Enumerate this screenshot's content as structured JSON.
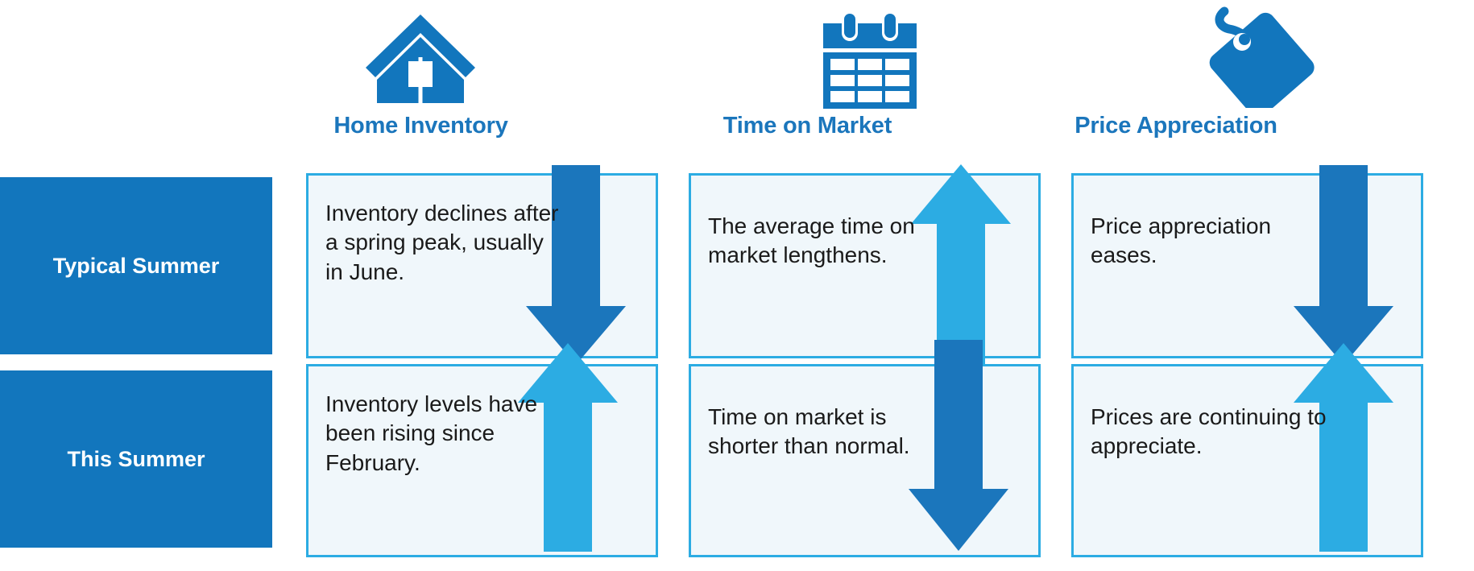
{
  "meta": {
    "accent_blue": "#1276BD",
    "light_blue": "#2CACE3",
    "box_fill": "#F0F7FB",
    "text_dark": "#1a1a1a"
  },
  "columns": [
    {
      "id": "home-inventory",
      "label": "Home Inventory",
      "icon": "house-icon"
    },
    {
      "id": "time-on-market",
      "label": "Time on Market",
      "icon": "calendar-icon"
    },
    {
      "id": "price-appreciation",
      "label": "Price Appreciation",
      "icon": "price-tag-icon"
    }
  ],
  "rows": [
    {
      "id": "typical-summer",
      "label": "Typical Summer",
      "cells": [
        {
          "text": "Inventory declines after\na spring peak, usually\nin June.",
          "arrow": "down",
          "arrow_color": "#1B76BC"
        },
        {
          "text": "The average time on\nmarket lengthens.",
          "arrow": "up",
          "arrow_color": "#2CACE3"
        },
        {
          "text": "Price appreciation\neases.",
          "arrow": "down",
          "arrow_color": "#1B76BC"
        }
      ]
    },
    {
      "id": "this-summer",
      "label": "This Summer",
      "cells": [
        {
          "text": "Inventory levels have\nbeen rising since\nFebruary.",
          "arrow": "up",
          "arrow_color": "#2CACE3"
        },
        {
          "text": "Time on market is\nshorter than normal.",
          "arrow": "down",
          "arrow_color": "#1B76BC"
        },
        {
          "text": "Prices are continuing to\nappreciate.",
          "arrow": "up",
          "arrow_color": "#2CACE3"
        }
      ]
    }
  ]
}
